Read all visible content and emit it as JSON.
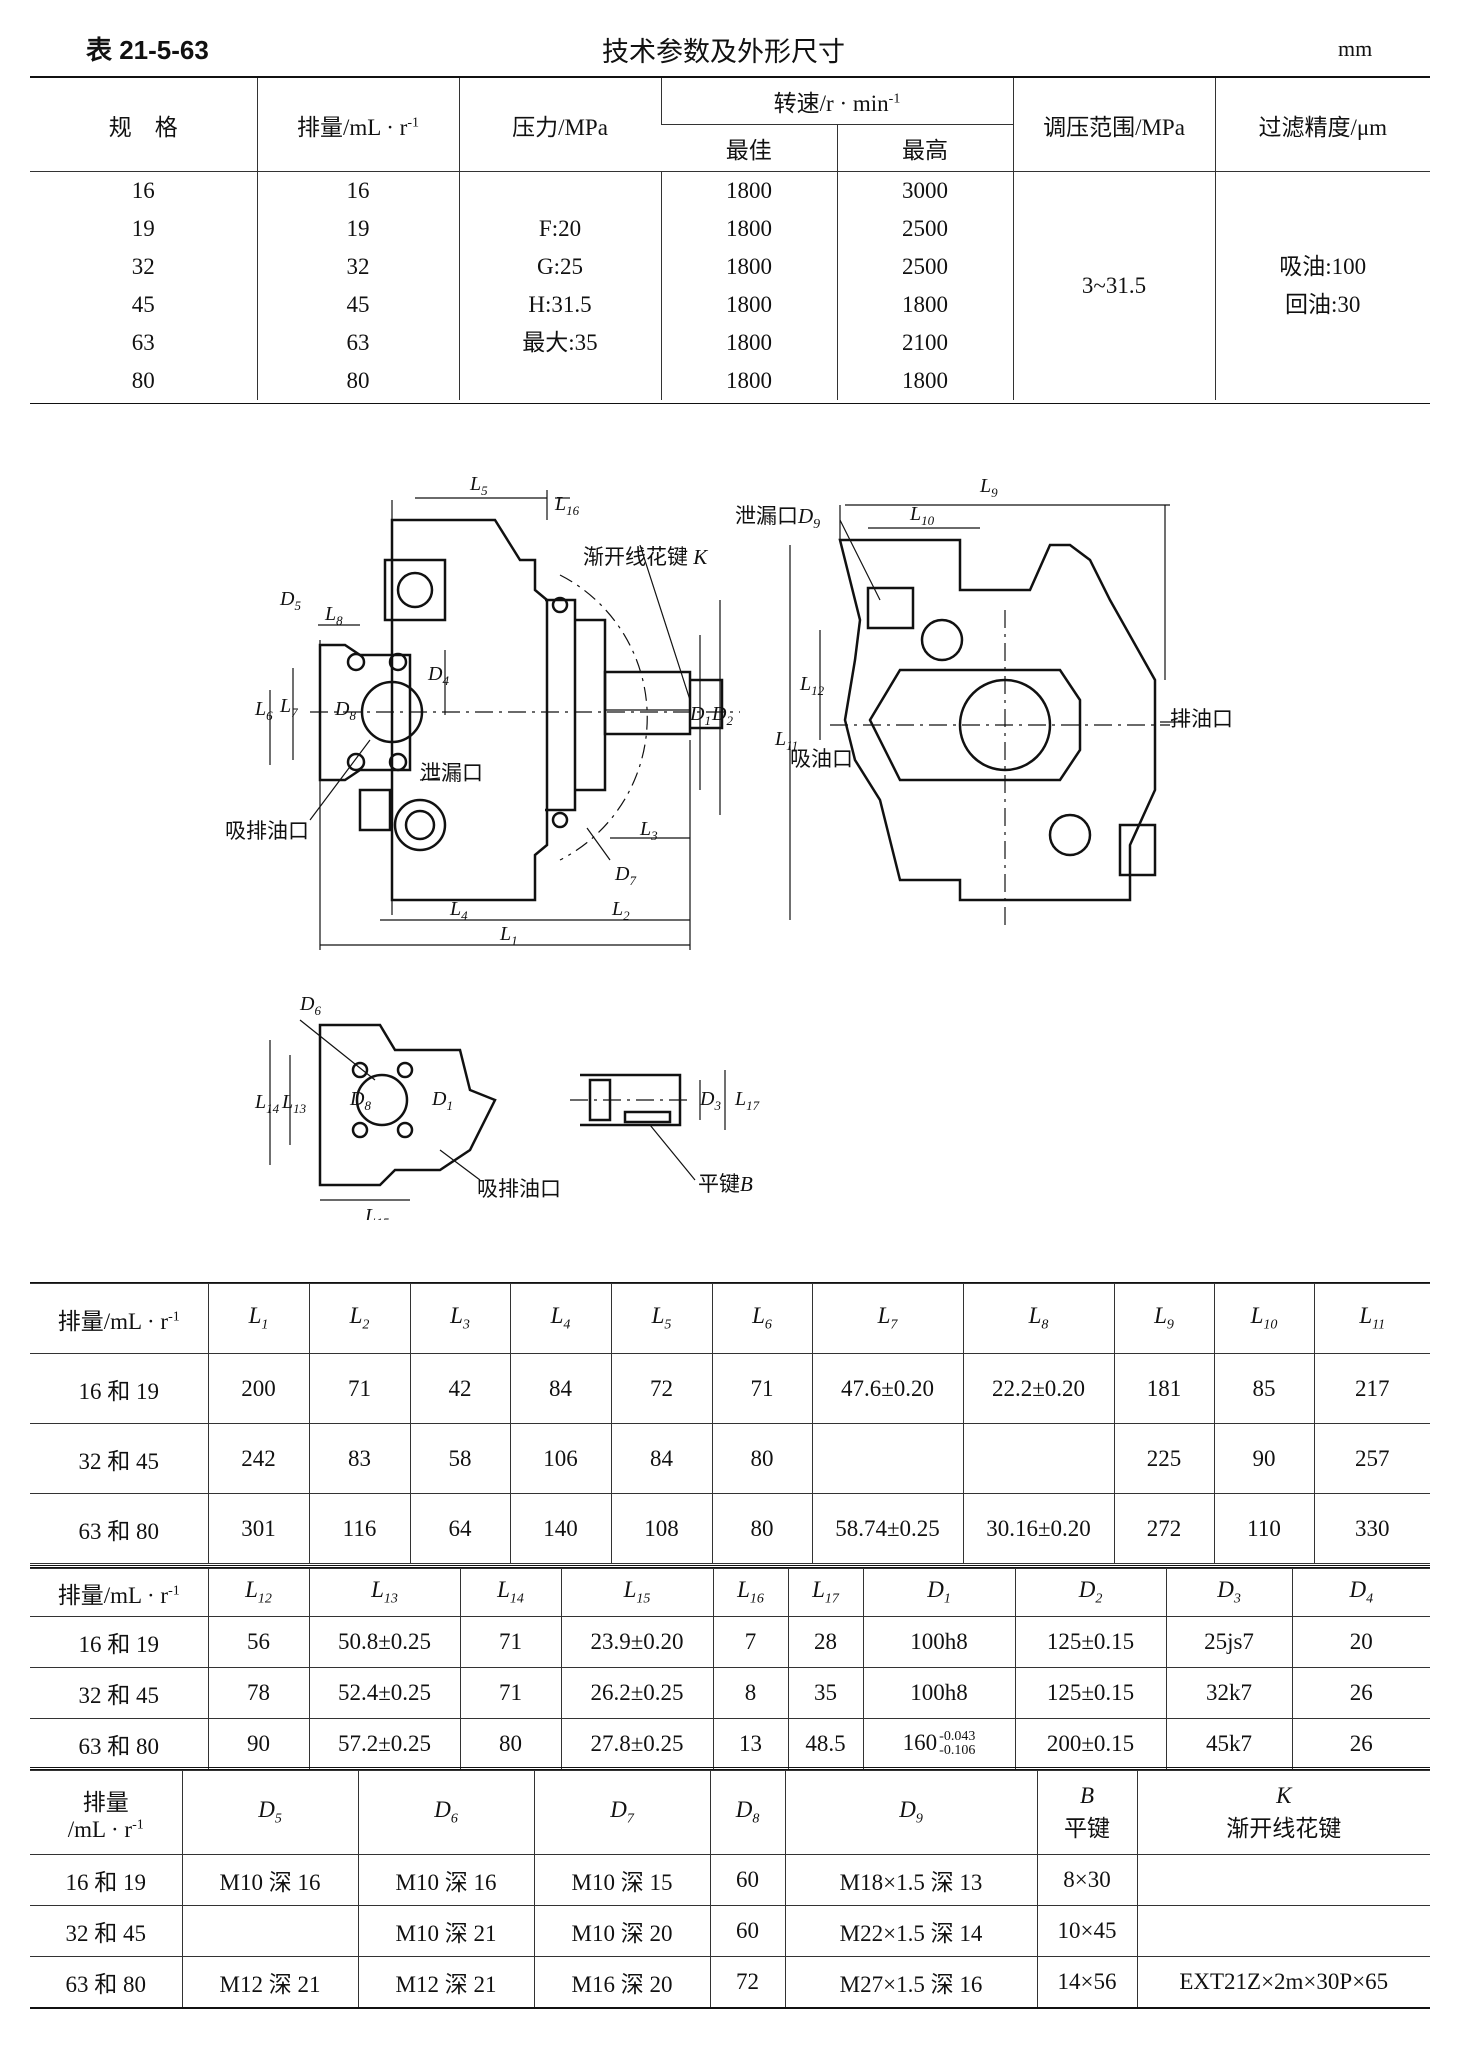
{
  "header": {
    "table_no": "表 21-5-63",
    "title": "技术参数及外形尺寸",
    "unit": "mm"
  },
  "spec_table": {
    "headers": {
      "spec": "规　格",
      "displacement": "排量/mL · r",
      "displacement_sup": "-1",
      "pressure": "压力/MPa",
      "speed": "转速/r · min",
      "speed_sup": "-1",
      "speed_best": "最佳",
      "speed_max": "最高",
      "pressure_range": "调压范围/MPa",
      "filter": "过滤精度/μm"
    },
    "rows": [
      {
        "spec": "16",
        "disp": "16",
        "pressure": "",
        "best": "1800",
        "max": "3000"
      },
      {
        "spec": "19",
        "disp": "19",
        "pressure": "F:20",
        "best": "1800",
        "max": "2500"
      },
      {
        "spec": "32",
        "disp": "32",
        "pressure": "G:25",
        "best": "1800",
        "max": "2500"
      },
      {
        "spec": "45",
        "disp": "45",
        "pressure": "H:31.5",
        "best": "1800",
        "max": "1800"
      },
      {
        "spec": "63",
        "disp": "63",
        "pressure": "最大:35",
        "best": "1800",
        "max": "2100"
      },
      {
        "spec": "80",
        "disp": "80",
        "pressure": "",
        "best": "1800",
        "max": "1800"
      }
    ],
    "pressure_range_value": "3~31.5",
    "filter_line1": "吸油:100",
    "filter_line2": "回油:30"
  },
  "drawing_labels": {
    "leak_port": "泄漏口",
    "leak_port_d9": "泄漏口",
    "spline_key": "渐开线花键",
    "suction_discharge": "吸排油口",
    "suction_discharge_2": "吸排油口",
    "discharge": "排油口",
    "suction": "吸油口",
    "flat_key": "平键"
  },
  "dim_table1": {
    "head": "排量/mL · r",
    "head_sup": "-1",
    "rows": [
      {
        "d": "16 和 19",
        "L1": "200",
        "L2": "71",
        "L3": "42",
        "L4": "84",
        "L5": "72",
        "L6": "71",
        "L7": "47.6±0.20",
        "L8": "22.2±0.20",
        "L9": "181",
        "L10": "85",
        "L11": "217"
      },
      {
        "d": "32 和 45",
        "L1": "242",
        "L2": "83",
        "L3": "58",
        "L4": "106",
        "L5": "84",
        "L6": "80",
        "L7": "",
        "L8": "",
        "L9": "225",
        "L10": "90",
        "L11": "257"
      },
      {
        "d": "63 和 80",
        "L1": "301",
        "L2": "116",
        "L3": "64",
        "L4": "140",
        "L5": "108",
        "L6": "80",
        "L7": "58.74±0.25",
        "L8": "30.16±0.20",
        "L9": "272",
        "L10": "110",
        "L11": "330"
      }
    ]
  },
  "dim_table2": {
    "head": "排量/mL · r",
    "head_sup": "-1",
    "rows": [
      {
        "d": "16 和 19",
        "L12": "56",
        "L13": "50.8±0.25",
        "L14": "71",
        "L15": "23.9±0.20",
        "L16": "7",
        "L17": "28",
        "D1": "100h8",
        "D2": "125±0.15",
        "D3": "25js7",
        "D4": "20"
      },
      {
        "d": "32 和 45",
        "L12": "78",
        "L13": "52.4±0.25",
        "L14": "71",
        "L15": "26.2±0.25",
        "L16": "8",
        "L17": "35",
        "D1": "100h8",
        "D2": "125±0.15",
        "D3": "32k7",
        "D4": "26"
      },
      {
        "d": "63 和 80",
        "L12": "90",
        "L13": "57.2±0.25",
        "L14": "80",
        "L15": "27.8±0.25",
        "L16": "13",
        "L17": "48.5",
        "D1": "160",
        "D1_upper": "-0.043",
        "D1_lower": "-0.106",
        "D2": "200±0.15",
        "D3": "45k7",
        "D4": "26"
      }
    ]
  },
  "dim_table3": {
    "head_line1": "排量",
    "head_line2": "/mL · r",
    "head_sup": "-1",
    "B_line2": "平键",
    "K_line2": "渐开线花键",
    "rows": [
      {
        "d": "16 和 19",
        "D5": "M10 深 16",
        "D6": "M10 深 16",
        "D7": "M10 深 15",
        "D8": "60",
        "D9": "M18×1.5 深 13",
        "B": "8×30",
        "K": ""
      },
      {
        "d": "32 和 45",
        "D5": "",
        "D6": "M10 深 21",
        "D7": "M10 深 20",
        "D8": "60",
        "D9": "M22×1.5 深 14",
        "B": "10×45",
        "K": ""
      },
      {
        "d": "63 和 80",
        "D5": "M12 深 21",
        "D6": "M12 深 21",
        "D7": "M16 深 20",
        "D8": "72",
        "D9": "M27×1.5 深 16",
        "B": "14×56",
        "K": "EXT21Z×2m×30P×65"
      }
    ]
  }
}
